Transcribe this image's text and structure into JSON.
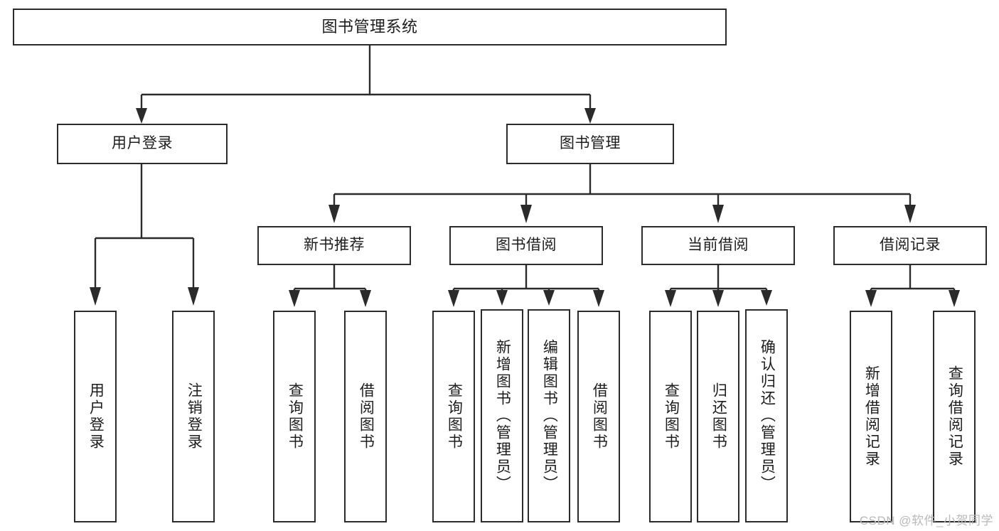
{
  "diagram": {
    "title": "图书管理系统",
    "type": "tree-hierarchy",
    "watermark": "CSDN @软件_小贺同学",
    "colors": {
      "stroke": "#2b2b2b",
      "fill": "#ffffff",
      "text": "#1d1d1d",
      "watermark": "#b9b9b9"
    },
    "root": {
      "id": "root",
      "label": "图书管理系统"
    },
    "level1": [
      {
        "id": "user-login",
        "label": "用户登录"
      },
      {
        "id": "book-manage",
        "label": "图书管理"
      }
    ],
    "level2": [
      {
        "id": "new-book-recommend",
        "label": "新书推荐",
        "parent": "book-manage"
      },
      {
        "id": "book-borrow",
        "label": "图书借阅",
        "parent": "book-manage"
      },
      {
        "id": "current-borrow",
        "label": "当前借阅",
        "parent": "book-manage"
      },
      {
        "id": "borrow-record",
        "label": "借阅记录",
        "parent": "book-manage"
      }
    ],
    "leaves": {
      "user-login": [
        {
          "id": "leaf-user-login",
          "label": "用户登录"
        },
        {
          "id": "leaf-logout",
          "label": "注销登录"
        }
      ],
      "new-book-recommend": [
        {
          "id": "leaf-query-book-1",
          "label": "查询图书"
        },
        {
          "id": "leaf-borrow-book-1",
          "label": "借阅图书"
        }
      ],
      "book-borrow": [
        {
          "id": "leaf-query-book-2",
          "label": "查询图书"
        },
        {
          "id": "leaf-add-book",
          "label": "新增图书（管理员）"
        },
        {
          "id": "leaf-edit-book",
          "label": "编辑图书（管理员）"
        },
        {
          "id": "leaf-borrow-book-2",
          "label": "借阅图书"
        }
      ],
      "current-borrow": [
        {
          "id": "leaf-query-book-3",
          "label": "查询图书"
        },
        {
          "id": "leaf-return-book",
          "label": "归还图书"
        },
        {
          "id": "leaf-confirm-return",
          "label": "确认归还（管理员）"
        }
      ],
      "borrow-record": [
        {
          "id": "leaf-add-record",
          "label": "新增借阅记录"
        },
        {
          "id": "leaf-query-record",
          "label": "查询借阅记录"
        }
      ]
    }
  }
}
